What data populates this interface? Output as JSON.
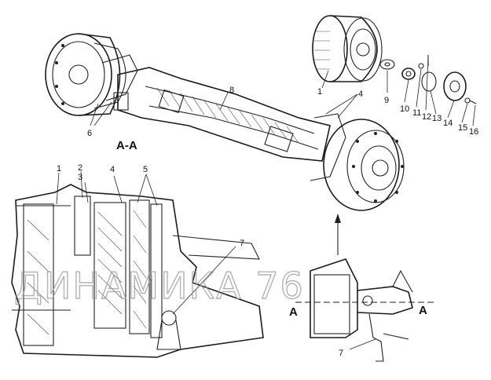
{
  "labels": {
    "l1_top": "1",
    "l4_top": "4",
    "l6": "6",
    "l8": "8",
    "l9": "9",
    "l10": "10",
    "l11": "11",
    "l12": "12",
    "l13": "13",
    "l14": "14",
    "l15": "15",
    "l16": "16",
    "l1_sec": "1",
    "l2": "2",
    "l3": "3",
    "l4_sec": "4",
    "l5": "5",
    "l7_mid": "7",
    "l7_bot": "7"
  },
  "section_title": "А-А",
  "section_mark_left": "A",
  "section_mark_right": "A",
  "watermark": "ДИНАМИКА 76",
  "colors": {
    "line": "#222222",
    "watermark": "#9a9a9a",
    "background": "#ffffff"
  }
}
